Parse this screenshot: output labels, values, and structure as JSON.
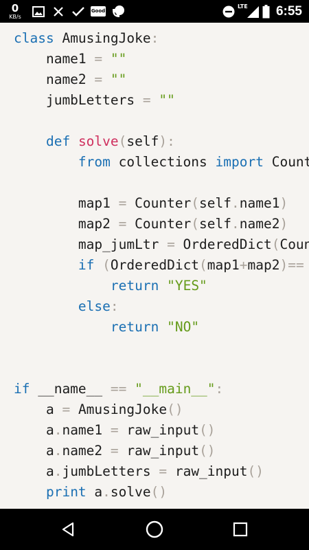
{
  "status_bar": {
    "net_speed_value": "0",
    "net_speed_unit": "KB/s",
    "notif_badge_text": "Good",
    "network_type": "LTE",
    "time": "6:55"
  },
  "code_lines": [
    [
      {
        "t": "'''",
        "c": "str"
      }
    ],
    [
      {
        "t": "class ",
        "c": "kw"
      },
      {
        "t": "AmusingJoke",
        "c": "pl"
      },
      {
        "t": ":",
        "c": "op"
      }
    ],
    [
      {
        "t": "    name1 ",
        "c": "pl"
      },
      {
        "t": "=",
        "c": "op"
      },
      {
        "t": " ",
        "c": "pl"
      },
      {
        "t": "\"\"",
        "c": "str"
      }
    ],
    [
      {
        "t": "    name2 ",
        "c": "pl"
      },
      {
        "t": "=",
        "c": "op"
      },
      {
        "t": " ",
        "c": "pl"
      },
      {
        "t": "\"\"",
        "c": "str"
      }
    ],
    [
      {
        "t": "    jumbLetters ",
        "c": "pl"
      },
      {
        "t": "=",
        "c": "op"
      },
      {
        "t": " ",
        "c": "pl"
      },
      {
        "t": "\"\"",
        "c": "str"
      }
    ],
    [],
    [
      {
        "t": "    ",
        "c": "pl"
      },
      {
        "t": "def ",
        "c": "kw"
      },
      {
        "t": "solve",
        "c": "fn"
      },
      {
        "t": "(",
        "c": "op"
      },
      {
        "t": "self",
        "c": "pl"
      },
      {
        "t": "):",
        "c": "op"
      }
    ],
    [
      {
        "t": "        ",
        "c": "pl"
      },
      {
        "t": "from",
        "c": "kw"
      },
      {
        "t": " collections ",
        "c": "pl"
      },
      {
        "t": "import",
        "c": "kw"
      },
      {
        "t": " Counter",
        "c": "pl"
      }
    ],
    [],
    [
      {
        "t": "        map1 ",
        "c": "pl"
      },
      {
        "t": "=",
        "c": "op"
      },
      {
        "t": " Counter",
        "c": "pl"
      },
      {
        "t": "(",
        "c": "op"
      },
      {
        "t": "self",
        "c": "pl"
      },
      {
        "t": ".",
        "c": "op"
      },
      {
        "t": "name1",
        "c": "pl"
      },
      {
        "t": ")",
        "c": "op"
      }
    ],
    [
      {
        "t": "        map2 ",
        "c": "pl"
      },
      {
        "t": "=",
        "c": "op"
      },
      {
        "t": " Counter",
        "c": "pl"
      },
      {
        "t": "(",
        "c": "op"
      },
      {
        "t": "self",
        "c": "pl"
      },
      {
        "t": ".",
        "c": "op"
      },
      {
        "t": "name2",
        "c": "pl"
      },
      {
        "t": ")",
        "c": "op"
      }
    ],
    [
      {
        "t": "        map_jumLtr ",
        "c": "pl"
      },
      {
        "t": "=",
        "c": "op"
      },
      {
        "t": " OrderedDict",
        "c": "pl"
      },
      {
        "t": "(",
        "c": "op"
      },
      {
        "t": "Counter",
        "c": "pl"
      }
    ],
    [
      {
        "t": "        ",
        "c": "pl"
      },
      {
        "t": "if",
        "c": "kw"
      },
      {
        "t": " ",
        "c": "pl"
      },
      {
        "t": "(",
        "c": "op"
      },
      {
        "t": "OrderedDict",
        "c": "pl"
      },
      {
        "t": "(",
        "c": "op"
      },
      {
        "t": "map1",
        "c": "pl"
      },
      {
        "t": "+",
        "c": "op"
      },
      {
        "t": "map2",
        "c": "pl"
      },
      {
        "t": ")==",
        "c": "op"
      }
    ],
    [
      {
        "t": "            ",
        "c": "pl"
      },
      {
        "t": "return",
        "c": "kw"
      },
      {
        "t": " ",
        "c": "pl"
      },
      {
        "t": "\"YES\"",
        "c": "str"
      }
    ],
    [
      {
        "t": "        ",
        "c": "pl"
      },
      {
        "t": "else",
        "c": "kw"
      },
      {
        "t": ":",
        "c": "op"
      }
    ],
    [
      {
        "t": "            ",
        "c": "pl"
      },
      {
        "t": "return",
        "c": "kw"
      },
      {
        "t": " ",
        "c": "pl"
      },
      {
        "t": "\"NO\"",
        "c": "str"
      }
    ],
    [],
    [],
    [
      {
        "t": "if",
        "c": "kw"
      },
      {
        "t": " __name__ ",
        "c": "pl"
      },
      {
        "t": "==",
        "c": "op"
      },
      {
        "t": " ",
        "c": "pl"
      },
      {
        "t": "\"__main__\"",
        "c": "str"
      },
      {
        "t": ":",
        "c": "op"
      }
    ],
    [
      {
        "t": "    a ",
        "c": "pl"
      },
      {
        "t": "=",
        "c": "op"
      },
      {
        "t": " AmusingJoke",
        "c": "pl"
      },
      {
        "t": "()",
        "c": "op"
      }
    ],
    [
      {
        "t": "    a",
        "c": "pl"
      },
      {
        "t": ".",
        "c": "op"
      },
      {
        "t": "name1 ",
        "c": "pl"
      },
      {
        "t": "=",
        "c": "op"
      },
      {
        "t": " raw_input",
        "c": "pl"
      },
      {
        "t": "()",
        "c": "op"
      }
    ],
    [
      {
        "t": "    a",
        "c": "pl"
      },
      {
        "t": ".",
        "c": "op"
      },
      {
        "t": "name2 ",
        "c": "pl"
      },
      {
        "t": "=",
        "c": "op"
      },
      {
        "t": " raw_input",
        "c": "pl"
      },
      {
        "t": "()",
        "c": "op"
      }
    ],
    [
      {
        "t": "    a",
        "c": "pl"
      },
      {
        "t": ".",
        "c": "op"
      },
      {
        "t": "jumbLetters ",
        "c": "pl"
      },
      {
        "t": "=",
        "c": "op"
      },
      {
        "t": " raw_input",
        "c": "pl"
      },
      {
        "t": "()",
        "c": "op"
      }
    ],
    [
      {
        "t": "    ",
        "c": "pl"
      },
      {
        "t": "print",
        "c": "kw"
      },
      {
        "t": " a",
        "c": "pl"
      },
      {
        "t": ".",
        "c": "op"
      },
      {
        "t": "solve",
        "c": "pl"
      },
      {
        "t": "()",
        "c": "op"
      }
    ]
  ],
  "icons": {
    "status_left": [
      "gallery-icon",
      "close-x-icon",
      "checkmark-icon",
      "good-badge-icon",
      "phone-chat-icon"
    ],
    "status_right": [
      "do-not-disturb-icon",
      "lte-signal-icon",
      "battery-icon"
    ],
    "nav": [
      "back-icon",
      "home-icon",
      "recents-icon"
    ]
  },
  "colors": {
    "keyword": "#1a6fb3",
    "function_name": "#cf2f5e",
    "string": "#659b1a",
    "operator": "#a9a29a",
    "text": "#1c1c1c",
    "background": "#f6f4f1"
  }
}
